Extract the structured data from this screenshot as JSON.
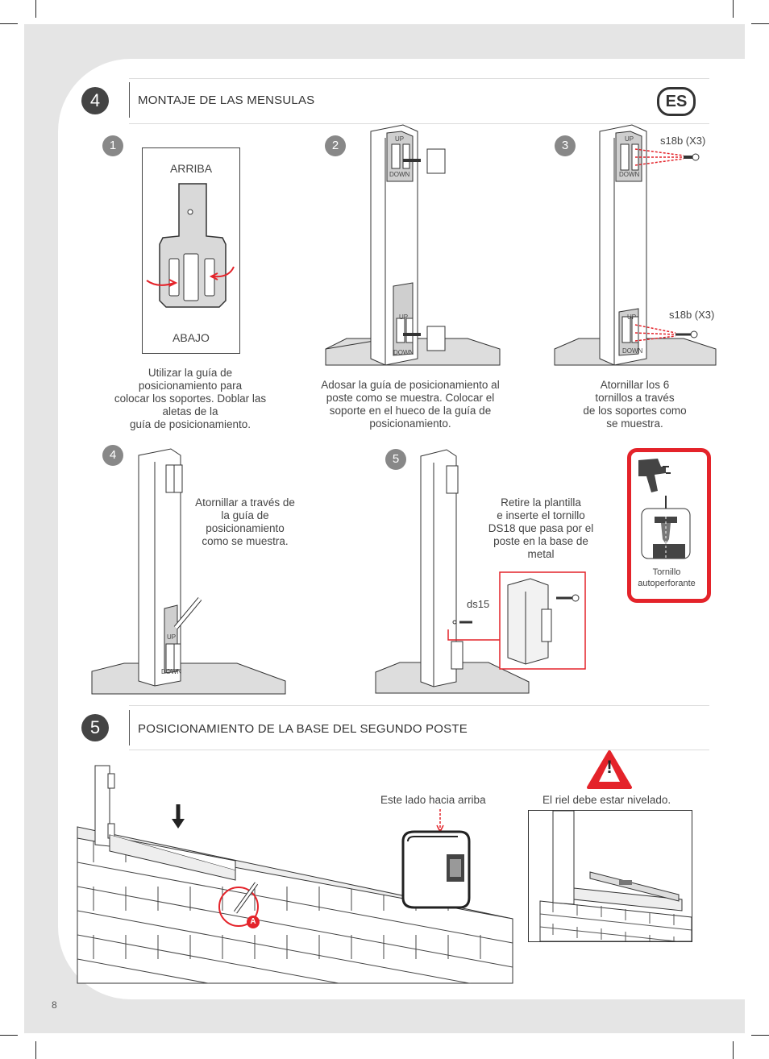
{
  "page_number": "8",
  "language_badge": "ES",
  "section4": {
    "number": "4",
    "title": "MONTAJE DE LAS MENSULAS",
    "steps": [
      {
        "number": "1",
        "top_label": "ARRIBA",
        "bottom_label": "ABAJO",
        "caption": [
          "Utilizar la  guía de",
          "posicionamiento para",
          "colocar los soportes. Doblar las",
          "aletas de la",
          "guía de posicionamiento."
        ]
      },
      {
        "number": "2",
        "caption": [
          "Adosar la  guía de posicionamiento al",
          "poste como se muestra. Colocar el",
          "soporte en el hueco de la  guía de",
          "posicionamiento."
        ]
      },
      {
        "number": "3",
        "screw_label_top": "s18b (X3)",
        "screw_label_bottom": "s18b (X3)",
        "caption": [
          "Atornillar los 6",
          "tornillos a través",
          "de los soportes como",
          "se muestra."
        ]
      },
      {
        "number": "4",
        "caption": [
          "Atornillar a través de",
          "la  guía de",
          "posicionamiento",
          "como se muestra."
        ]
      },
      {
        "number": "5",
        "screw_label": "ds15",
        "caption": [
          "Retire la plantilla",
          "e inserte el tornillo",
          "DS18 que pasa por el",
          "poste en la base de",
          "metal"
        ]
      }
    ],
    "drill_box_label": [
      "Tornillo",
      "autoperforante"
    ],
    "template_text": {
      "up": "UP",
      "down": "DOWN"
    }
  },
  "section5": {
    "number": "5",
    "title": "POSICIONAMIENTO DE LA BASE DEL SEGUNDO POSTE",
    "marker": "A",
    "this_side_up": "Este lado hacia arriba",
    "level_note": "El riel debe estar nivelado.",
    "warning_symbol": "!"
  },
  "colors": {
    "accent_red": "#e4232a",
    "dark": "#444444",
    "panel_gray": "#e5e5e5"
  }
}
